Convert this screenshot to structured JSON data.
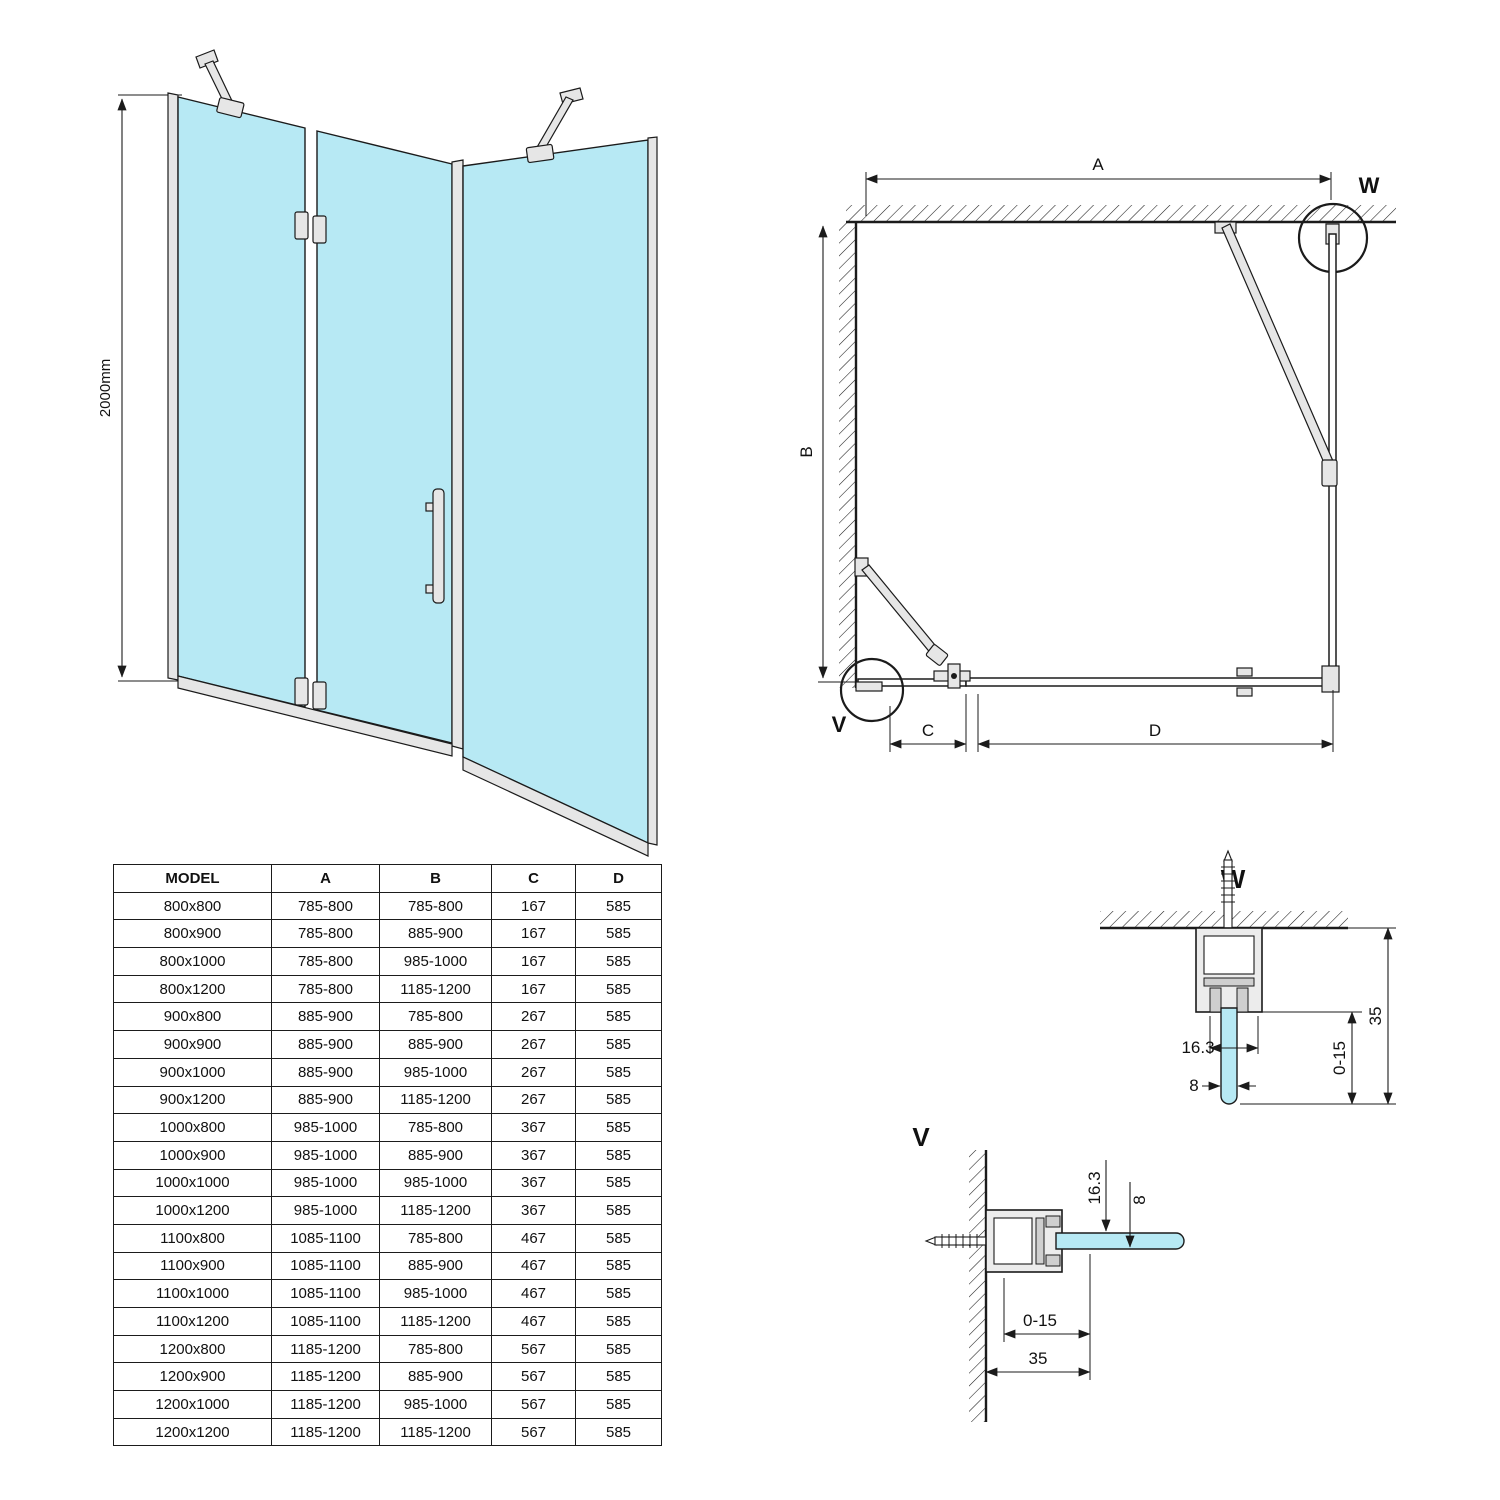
{
  "colors": {
    "glass": "#b7e9f4",
    "line": "#1b1b1b",
    "metal": "#e6e6e6"
  },
  "front_view": {
    "height_dim": "2000mm"
  },
  "plan_view": {
    "dim_a": "A",
    "dim_b": "B",
    "dim_c": "C",
    "dim_d": "D",
    "marker_w": "W",
    "marker_v": "V"
  },
  "detail_w": {
    "title": "W",
    "dim_profile": "16.3",
    "dim_glass": "8",
    "dim_adjust": "0-15",
    "dim_total": "35"
  },
  "detail_v": {
    "title": "V",
    "dim_profile": "16.3",
    "dim_glass": "8",
    "dim_adjust": "0-15",
    "dim_total": "35"
  },
  "table": {
    "headers": [
      "MODEL",
      "A",
      "B",
      "C",
      "D"
    ],
    "rows": [
      [
        "800x800",
        "785-800",
        "785-800",
        "167",
        "585"
      ],
      [
        "800x900",
        "785-800",
        "885-900",
        "167",
        "585"
      ],
      [
        "800x1000",
        "785-800",
        "985-1000",
        "167",
        "585"
      ],
      [
        "800x1200",
        "785-800",
        "1185-1200",
        "167",
        "585"
      ],
      [
        "900x800",
        "885-900",
        "785-800",
        "267",
        "585"
      ],
      [
        "900x900",
        "885-900",
        "885-900",
        "267",
        "585"
      ],
      [
        "900x1000",
        "885-900",
        "985-1000",
        "267",
        "585"
      ],
      [
        "900x1200",
        "885-900",
        "1185-1200",
        "267",
        "585"
      ],
      [
        "1000x800",
        "985-1000",
        "785-800",
        "367",
        "585"
      ],
      [
        "1000x900",
        "985-1000",
        "885-900",
        "367",
        "585"
      ],
      [
        "1000x1000",
        "985-1000",
        "985-1000",
        "367",
        "585"
      ],
      [
        "1000x1200",
        "985-1000",
        "1185-1200",
        "367",
        "585"
      ],
      [
        "1100x800",
        "1085-1100",
        "785-800",
        "467",
        "585"
      ],
      [
        "1100x900",
        "1085-1100",
        "885-900",
        "467",
        "585"
      ],
      [
        "1100x1000",
        "1085-1100",
        "985-1000",
        "467",
        "585"
      ],
      [
        "1100x1200",
        "1085-1100",
        "1185-1200",
        "467",
        "585"
      ],
      [
        "1200x800",
        "1185-1200",
        "785-800",
        "567",
        "585"
      ],
      [
        "1200x900",
        "1185-1200",
        "885-900",
        "567",
        "585"
      ],
      [
        "1200x1000",
        "1185-1200",
        "985-1000",
        "567",
        "585"
      ],
      [
        "1200x1200",
        "1185-1200",
        "1185-1200",
        "567",
        "585"
      ]
    ]
  }
}
